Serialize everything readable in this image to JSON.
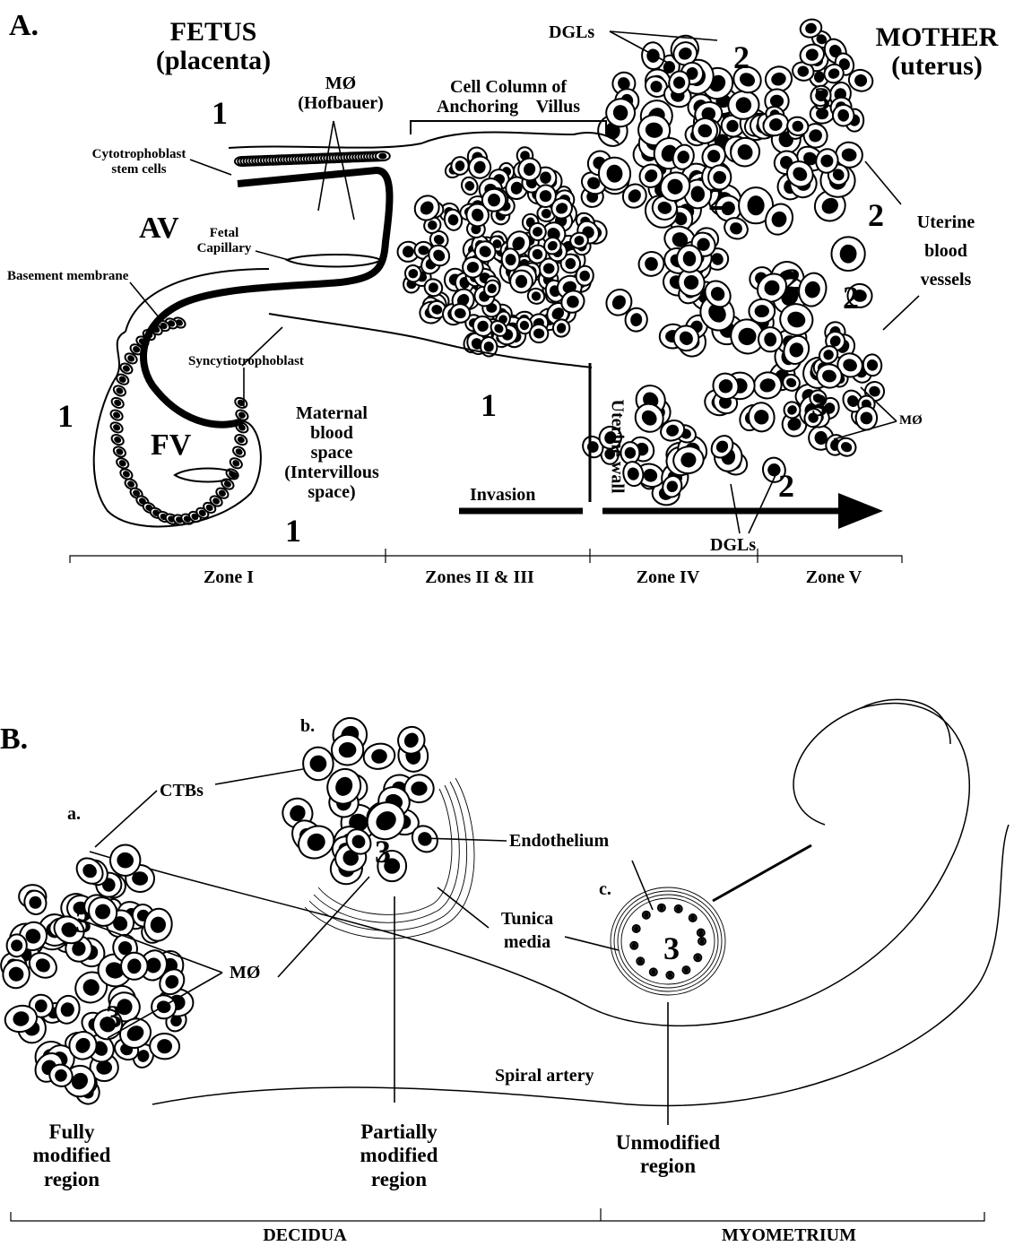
{
  "panel_a": {
    "label": "A.",
    "fetus": [
      "FETUS",
      "(placenta)"
    ],
    "mother": [
      "MOTHER",
      "(uterus)"
    ],
    "mo_hofbauer": [
      "MØ",
      "(Hofbauer)"
    ],
    "cell_column": [
      "Cell Column of",
      "Anchoring    Villus"
    ],
    "dgls_top": "DGLs",
    "dgls_bottom": "DGLs",
    "cytotrophoblast": [
      "Cytotrophoblast",
      "stem cells"
    ],
    "av": "AV",
    "fetal_capillary": [
      "Fetal",
      "Capillary"
    ],
    "basement_membrane": "Basement membrane",
    "syncytiotrophoblast": "Syncytiotrophoblast",
    "fv": "FV",
    "maternal_blood": [
      "Maternal",
      "blood",
      "space",
      "(Intervillous",
      "space)"
    ],
    "uterine_wall": "Uterine wall",
    "invasion": "Invasion",
    "uterine_vessels": [
      "Uterine",
      "blood",
      "vessels"
    ],
    "mo_right": "MØ",
    "numbers": {
      "one": "1",
      "two": "2",
      "three": "3"
    },
    "zones": [
      "Zone I",
      "Zones II & III",
      "Zone IV",
      "Zone V"
    ]
  },
  "panel_b": {
    "label": "B.",
    "a": "a.",
    "b": "b.",
    "c": "c.",
    "ctbs": "CTBs",
    "mo": "MØ",
    "endothelium": "Endothelium",
    "tunica": [
      "Tunica",
      "media"
    ],
    "spiral_artery": "Spiral artery",
    "three": "3",
    "fully": [
      "Fully",
      "modified",
      "region"
    ],
    "partially": [
      "Partially",
      "modified",
      "region"
    ],
    "unmodified": [
      "Unmodified",
      "region"
    ],
    "decidua": "DECIDUA",
    "myometrium": "MYOMETRIUM"
  }
}
